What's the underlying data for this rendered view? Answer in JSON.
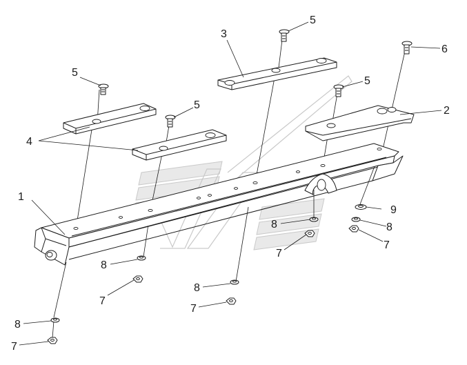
{
  "diagram": {
    "callouts": [
      {
        "id": "c1",
        "label": "1"
      },
      {
        "id": "c2",
        "label": "2"
      },
      {
        "id": "c3",
        "label": "3"
      },
      {
        "id": "c4",
        "label": "4"
      },
      {
        "id": "c5a",
        "label": "5"
      },
      {
        "id": "c5b",
        "label": "5"
      },
      {
        "id": "c5c",
        "label": "5"
      },
      {
        "id": "c5d",
        "label": "5"
      },
      {
        "id": "c6",
        "label": "6"
      },
      {
        "id": "c7a",
        "label": "7"
      },
      {
        "id": "c7b",
        "label": "7"
      },
      {
        "id": "c7c",
        "label": "7"
      },
      {
        "id": "c7d",
        "label": "7"
      },
      {
        "id": "c7e",
        "label": "7"
      },
      {
        "id": "c8a",
        "label": "8"
      },
      {
        "id": "c8b",
        "label": "8"
      },
      {
        "id": "c8c",
        "label": "8"
      },
      {
        "id": "c8d",
        "label": "8"
      },
      {
        "id": "c8e",
        "label": "8"
      },
      {
        "id": "c9",
        "label": "9"
      }
    ]
  }
}
